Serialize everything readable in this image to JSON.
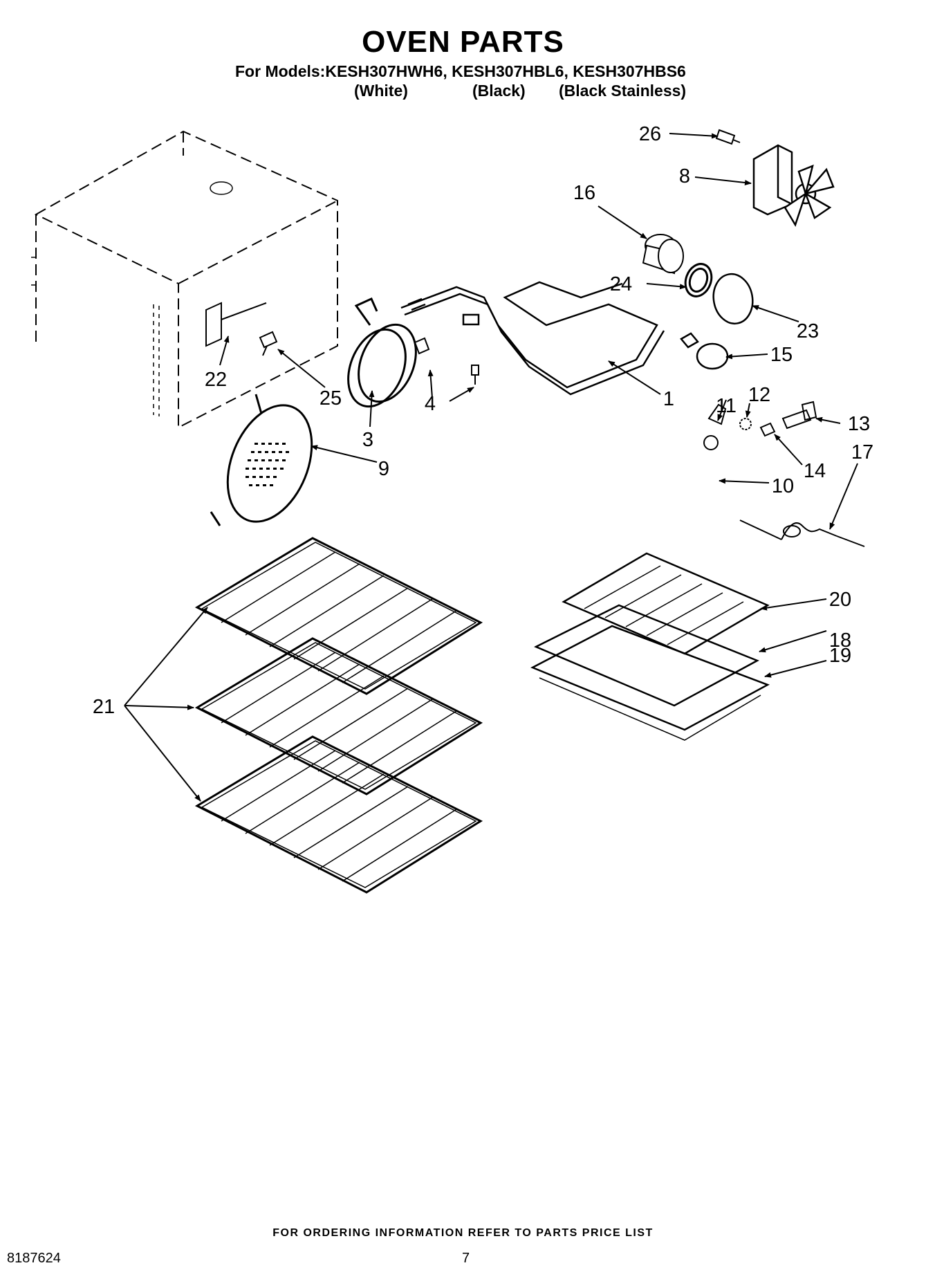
{
  "header": {
    "title": "OVEN PARTS",
    "models_line": "For Models:KESH307HWH6, KESH307HBL6, KESH307HBS6",
    "variants": [
      "(White)",
      "(Black)",
      "(Black Stainless)"
    ]
  },
  "callouts": [
    "1",
    "3",
    "4",
    "8",
    "9",
    "10",
    "11",
    "12",
    "13",
    "14",
    "15",
    "16",
    "17",
    "18",
    "19",
    "20",
    "21",
    "22",
    "23",
    "24",
    "25",
    "26"
  ],
  "footer": {
    "ordering_note": "FOR ORDERING INFORMATION REFER TO PARTS PRICE LIST",
    "document_number": "8187624",
    "page_number": "7"
  }
}
